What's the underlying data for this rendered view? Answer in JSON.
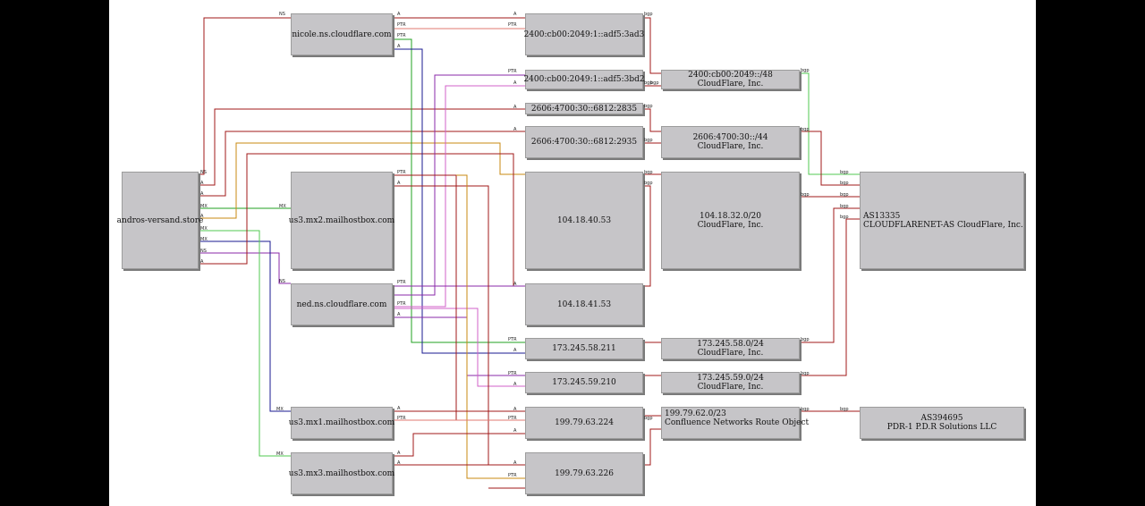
{
  "nodes": {
    "andros": "andros-versand.store",
    "nicole": "nicole.ns.cloudflare.com",
    "ned": "ned.ns.cloudflare.com",
    "mx2": "us3.mx2.mailhostbox.com",
    "mx1": "us3.mx1.mailhostbox.com",
    "mx3": "us3.mx3.mailhostbox.com",
    "ip6a": "2400:cb00:2049:1::adf5:3ad3",
    "ip6b": "2400:cb00:2049:1::adf5:3bd2",
    "ip6c": "2606:4700:30::6812:2835",
    "ip6d": "2606:4700:30::6812:2935",
    "ip1": "104.18.40.53",
    "ip2": "104.18.41.53",
    "ip3": "173.245.58.211",
    "ip4": "173.245.59.210",
    "ip5": "199.79.63.224",
    "ip6": "199.79.63.226",
    "net1": "2400:cb00:2049::/48\nCloudFlare, Inc.",
    "net2": "2606:4700:30::/44\nCloudFlare, Inc.",
    "net3": "104.18.32.0/20\nCloudFlare, Inc.",
    "net4": "173.245.58.0/24\nCloudFlare, Inc.",
    "net5": "173.245.59.0/24\nCloudFlare, Inc.",
    "net6": "199.79.62.0/23\nConfluence Networks Route Object",
    "as1": "AS13335\nCLOUDFLARENET-AS CloudFlare, Inc.",
    "as2": "AS394695\nPDR-1 P.D.R Solutions LLC"
  },
  "edge_labels": {
    "ns": "NS",
    "a": "A",
    "ptr": "PTR",
    "mx": "MX",
    "bgp": "bgp"
  },
  "colors": {
    "red": "#a01818",
    "salmon": "#e07a70",
    "green": "#22a022",
    "blue": "#1a1a90",
    "purple": "#8a2aa8",
    "pink": "#d060c8",
    "orange": "#c88a10",
    "lightgreen": "#50c850"
  }
}
